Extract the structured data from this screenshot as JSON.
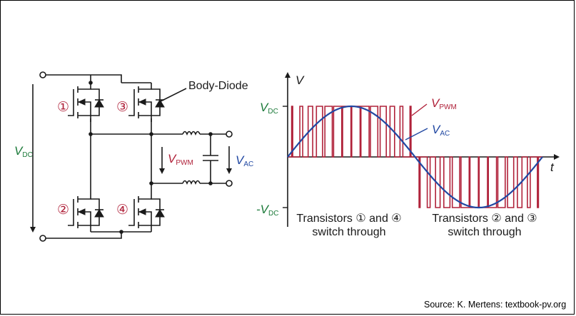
{
  "colors": {
    "wire": "#1a1a1a",
    "pwm": "#b0223a",
    "ac": "#2148a2",
    "dc": "#1c7a3a"
  },
  "circuit": {
    "vdc_label": "V",
    "vdc_sub": "DC",
    "transistor_numbers": [
      "①",
      "③",
      "②",
      "④"
    ],
    "body_diode_label": "Body-Diode",
    "vpwm_label": "V",
    "vpwm_sub": "PWM",
    "vac_label": "V",
    "vac_sub": "AC"
  },
  "chart": {
    "y_axis_label": "V",
    "x_axis_label": "t",
    "vdc_tick": "V",
    "vdc_tick_sub": "DC",
    "neg_vdc_tick": "-V",
    "neg_vdc_tick_sub": "DC",
    "vpwm_label": "V",
    "vpwm_sub": "PWM",
    "vac_label": "V",
    "vac_sub": "AC",
    "caption_left_line1": "Transistors ① and ④",
    "caption_left_line2": "switch through",
    "caption_right_line1": "Transistors ② and ③",
    "caption_right_line2": "switch through"
  },
  "chart_data": {
    "type": "line",
    "ylim": [
      -1,
      1
    ],
    "series": [
      {
        "name": "V_PWM",
        "pulses_per_half_cycle": 14,
        "values": [
          1,
          -1
        ]
      },
      {
        "name": "V_AC",
        "amplitude": 1,
        "periods": 1
      }
    ]
  },
  "source": "Source: K. Mertens: textbook-pv.org"
}
